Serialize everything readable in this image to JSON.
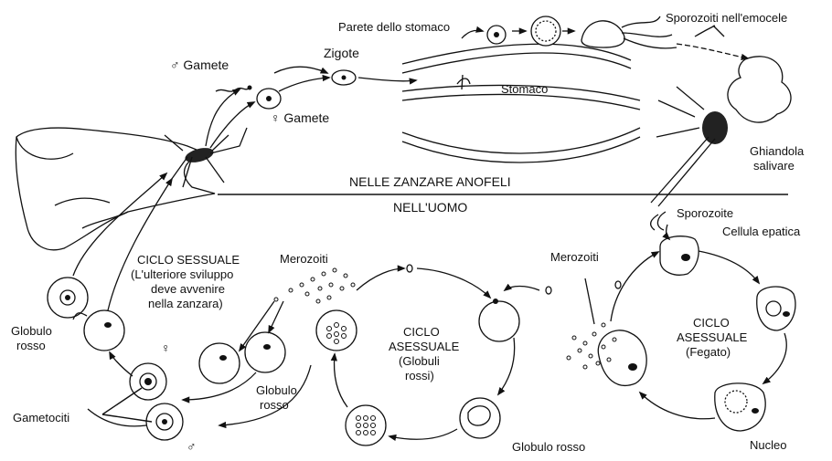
{
  "labels": {
    "stomach_wall": "Parete dello stomaco",
    "sporozoites_hemocoel": "Sporozoiti nell'emocele",
    "male_gamete_top": "♂ Gamete",
    "female_gamete_top": "♀ Gamete",
    "zygote": "Zigote",
    "stomach": "Stomaco",
    "salivary_gland_1": "Ghiandola",
    "salivary_gland_2": "salivare",
    "in_mosquitoes": "NELLE ZANZARE ANOFELI",
    "in_humans": "NELL'UOMO",
    "sporozoite": "Sporozoite",
    "liver_cell": "Cellula epatica",
    "sexual_cycle_1": "CICLO SESSUALE",
    "sexual_cycle_2": "(L'ulteriore sviluppo",
    "sexual_cycle_3": "deve avvenire",
    "sexual_cycle_4": "nella zanzara)",
    "merozoites_left": "Merozoiti",
    "merozoites_right": "Merozoiti",
    "asexual_rbc_1": "CICLO",
    "asexual_rbc_2": "ASESSUALE",
    "asexual_rbc_3": "(Globuli",
    "asexual_rbc_4": "rossi)",
    "asexual_liver_1": "CICLO",
    "asexual_liver_2": "ASESSUALE",
    "asexual_liver_3": "(Fegato)",
    "red_cell_left_1": "Globulo",
    "red_cell_left_2": "rosso",
    "red_cell_mid_1": "Globulo",
    "red_cell_mid_2": "rosso",
    "red_cell_bottom": "Globulo rosso",
    "female_symbol": "♀",
    "male_symbol": "♂",
    "gametocytes": "Gametociti",
    "nucleus": "Nucleo"
  },
  "colors": {
    "ink": "#111111",
    "background": "#ffffff"
  }
}
